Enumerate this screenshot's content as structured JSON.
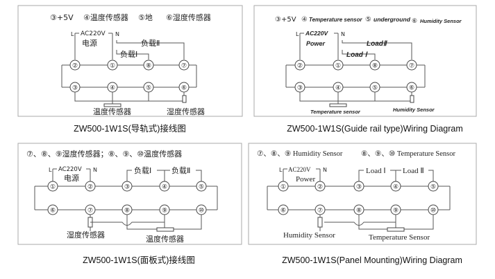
{
  "panels": [
    {
      "title_items": [
        "③+5V",
        "④温度传感器",
        "⑤地",
        "⑥湿度传感器"
      ],
      "power": [
        "AC220V",
        "电源"
      ],
      "l_label": "L",
      "n_label": "N",
      "load2": "负载Ⅱ",
      "load1": "负载Ⅰ",
      "top_terms": [
        "②",
        "①",
        "⑧",
        "⑦"
      ],
      "bottom_terms": [
        "③",
        "④",
        "⑤",
        "⑥"
      ],
      "temp_sensor": "温度传感器",
      "humidity_sensor": "湿度传感器",
      "caption": "ZW500-1W1S(导轨式)接线图"
    },
    {
      "title_items": [
        "③+5V",
        "④",
        "Temperature sensor",
        "⑤",
        "underground",
        "⑥",
        "Humidity Sensor"
      ],
      "power": [
        "AC220V",
        "Power"
      ],
      "l_label": "L",
      "n_label": "N",
      "load2": "LoadⅡ",
      "load1": "Load Ⅰ",
      "top_terms": [
        "②",
        "①",
        "⑧",
        "⑦"
      ],
      "bottom_terms": [
        "③",
        "④",
        "⑤",
        "⑥"
      ],
      "temp_sensor": "Temperature sensor",
      "humidity_sensor": "Humidity Sensor",
      "caption": "ZW500-1W1S(Guide rail type)Wiring Diagram"
    },
    {
      "title": "⑦、⑧、⑨湿度传感器；⑧、⑨、⑩温度传感器",
      "power": [
        "AC220V",
        "电源"
      ],
      "l_label": "L",
      "n_label": "N",
      "load1": "负载Ⅰ",
      "load2": "负载Ⅱ",
      "top_terms": [
        "①",
        "②",
        "③",
        "④",
        "⑤"
      ],
      "bottom_terms": [
        "⑥",
        "⑦",
        "⑧",
        "⑨",
        "⑩"
      ],
      "humidity_sensor": "湿度传感器",
      "temp_sensor": "温度传感器",
      "caption": "ZW500-1W1S(面板式)接线图"
    },
    {
      "title_a": "⑦、⑧、⑨ Humidity Sensor",
      "title_b": "⑧、⑨、⑩ Temperature Sensor",
      "power": [
        "AC220V",
        "Power"
      ],
      "l_label": "L",
      "n_label": "N",
      "load1": "Load Ⅰ",
      "load2": "Load Ⅱ",
      "top_terms": [
        "①",
        "②",
        "③",
        "④",
        "⑤"
      ],
      "bottom_terms": [
        "⑥",
        "⑦",
        "⑧",
        "⑨",
        "⑩"
      ],
      "humidity_sensor": "Humidity Sensor",
      "temp_sensor": "Temperature Sensor",
      "caption": "ZW500-1W1S(Panel Mounting)Wiring Diagram"
    }
  ]
}
